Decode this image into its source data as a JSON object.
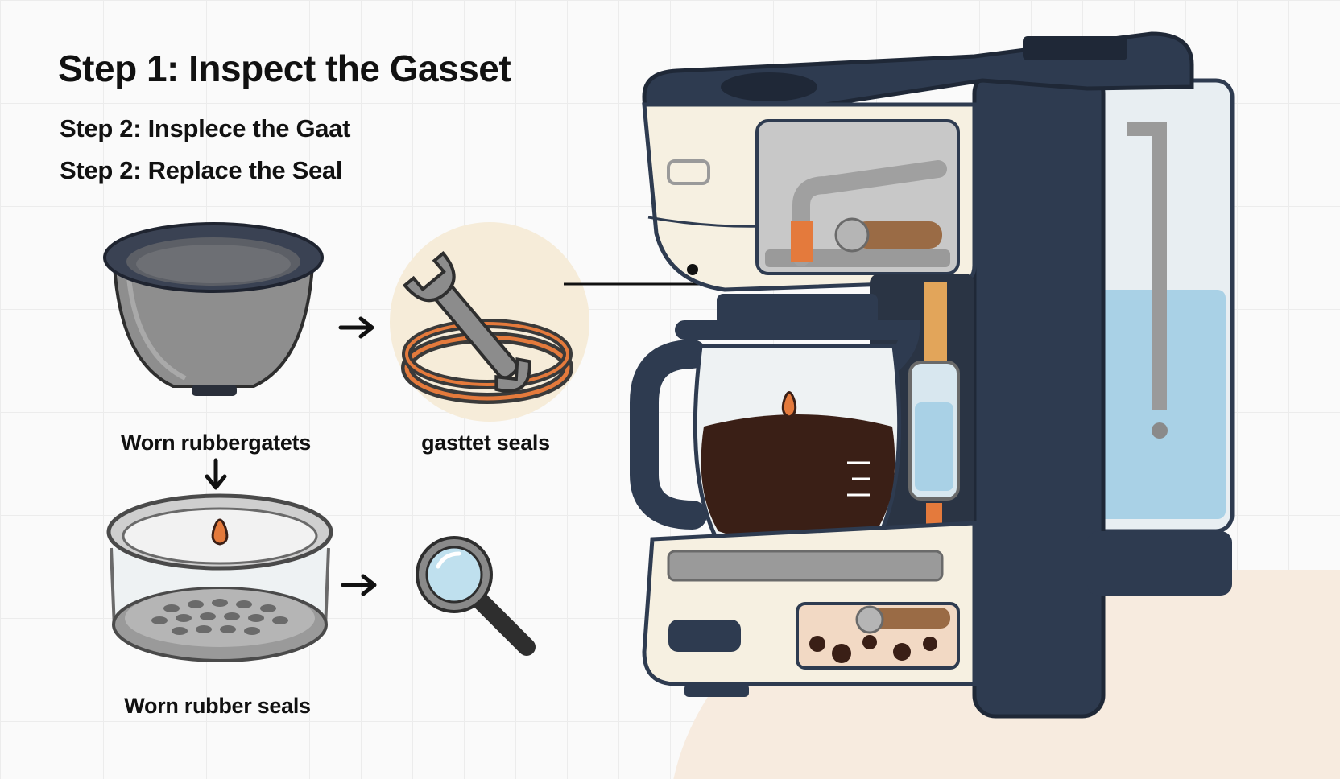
{
  "heading": {
    "title": "Step 1: Inspect the Gasset",
    "steps": [
      "Step 2: Insplece the Gaat",
      "Step 2: Replace the Seal"
    ]
  },
  "labels": {
    "filter_basket": "Worn rubbergatets",
    "gasket_seals": "gasttet seals",
    "seal_ring": "Worn rubber seals"
  },
  "icons": [
    "filter-basket-icon",
    "wrench-icon",
    "gasket-ring-icon",
    "seal-ring-icon",
    "magnifier-icon",
    "arrow-right-icon",
    "arrow-down-icon",
    "coffee-maker-illustration"
  ],
  "colors": {
    "navy": "#2e3b50",
    "cream": "#f6f0e1",
    "orange": "#e47a3c",
    "coffee": "#3a1f16",
    "water": "#a9d1e6",
    "gray": "#8a8a8a"
  }
}
